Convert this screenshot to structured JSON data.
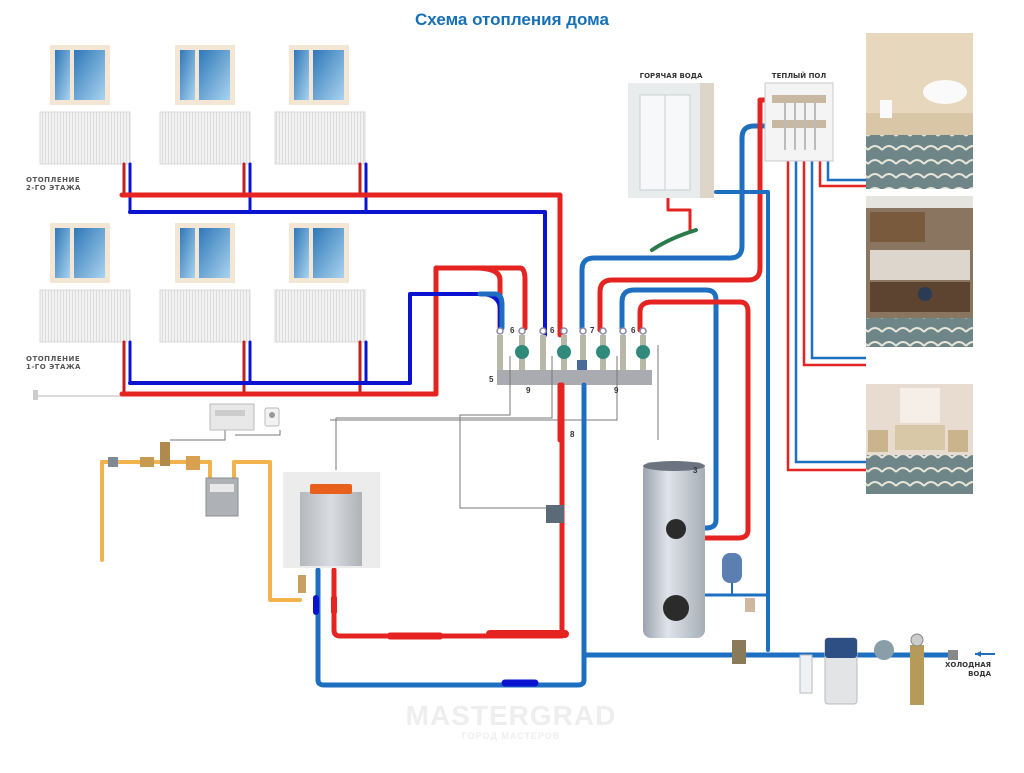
{
  "title": "Схема отопления дома",
  "labels": {
    "floor2_line1": "ОТОПЛЕНИЕ",
    "floor2_line2": "2-ГО ЭТАЖА",
    "floor1_line1": "ОТОПЛЕНИЕ",
    "floor1_line2": "1-ГО ЭТАЖА",
    "hot_water": "ГОРЯЧАЯ ВОДА",
    "underfloor": "ТЕПЛЫЙ ПОЛ",
    "cold_water_line1": "ХОЛОДНАЯ",
    "cold_water_line2": "ВОДА"
  },
  "callouts": {
    "pump_group_1": "6",
    "pump_group_2": "6",
    "mixer": "7",
    "pump_group_3": "6",
    "manifold": "5",
    "bypass_left": "9",
    "bypass_right": "9",
    "supply_line": "8",
    "boiler_tank": "3"
  },
  "rooms": [
    "bathroom",
    "kitchen",
    "living-room"
  ],
  "colors": {
    "hot_pipe": "#e52421",
    "cold_pipe": "#1e6fc0",
    "drawn_blue": "#0a14d0",
    "gas_pipe": "#f2b24c",
    "title": "#1670b8"
  },
  "watermark": {
    "brand": "MASTERGRAD",
    "tagline": "ГОРОД МАСТЕРОВ"
  }
}
